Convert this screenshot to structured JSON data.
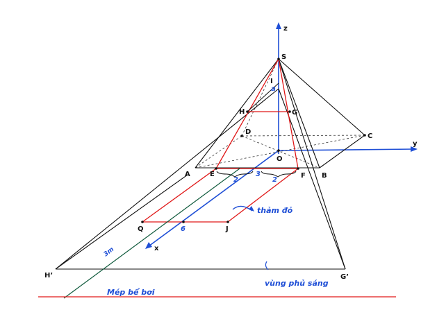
{
  "diagram": {
    "points": {
      "S": "S",
      "I": "I",
      "H": "H",
      "G": "G",
      "D": "D",
      "C": "C",
      "O": "O",
      "A": "A",
      "B": "B",
      "E": "E",
      "F": "F",
      "Q": "Q",
      "J": "J",
      "Hp": "H’",
      "Gp": "G’"
    },
    "axes": {
      "z": "z",
      "y": "y",
      "x": "x"
    },
    "measures": {
      "a": "a",
      "seg_ef_left": "2",
      "seg_ef_mid": "3",
      "seg_ef_right": "2",
      "seg_qj": "6",
      "tilt": "3m"
    },
    "annotations": {
      "carpet": "thảm đỏ",
      "light_zone": "vùng phủ sáng",
      "pool_edge": "Mép bể bơi"
    },
    "colors": {
      "black": "#111111",
      "red": "#e01818",
      "blue": "#1f4fd6",
      "green": "#0f5a3c"
    }
  }
}
